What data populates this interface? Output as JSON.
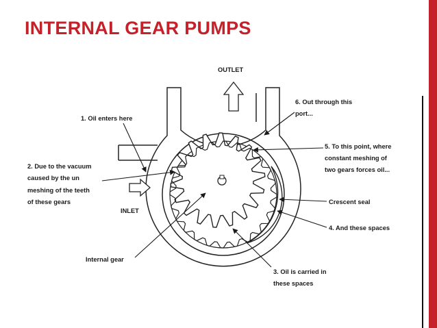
{
  "slide": {
    "title": "INTERNAL GEAR PUMPS",
    "accent_color": "#c4212b"
  },
  "diagram": {
    "outlet": "OUTLET",
    "inlet": "INLET",
    "internal_gear": "Internal gear",
    "crescent_seal": "Crescent seal",
    "label1": "1. Oil enters here",
    "label2": [
      "2. Due to the vacuum",
      "caused   by  the  un",
      "meshing  of  the  teeth",
      "of these gears"
    ],
    "label3": [
      "3.  Oil  is  carried  in",
      "these spaces"
    ],
    "label4": "4. And these spaces",
    "label5": [
      "5. To this point, where",
      "constant   meshing  of",
      "two gears forces oil..."
    ],
    "label6": [
      "6.  Out  through  this",
      "port..."
    ]
  }
}
